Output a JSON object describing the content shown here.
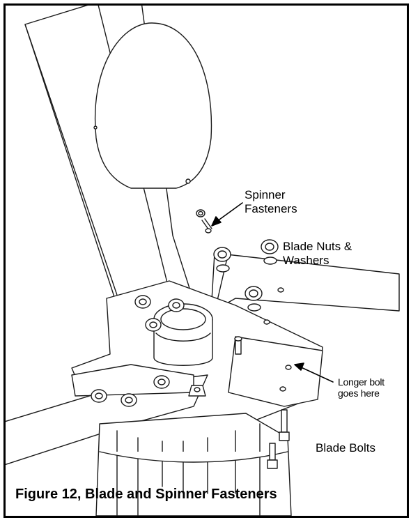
{
  "labels": {
    "spinner_fasteners": [
      "Spinner",
      "Fasteners"
    ],
    "blade_nuts_washers": [
      "Blade Nuts &",
      "Washers"
    ],
    "longer_bolt": [
      "Longer bolt",
      "goes here"
    ],
    "blade_bolts": "Blade Bolts"
  },
  "caption": "Figure 12, Blade and Spinner Fasteners"
}
